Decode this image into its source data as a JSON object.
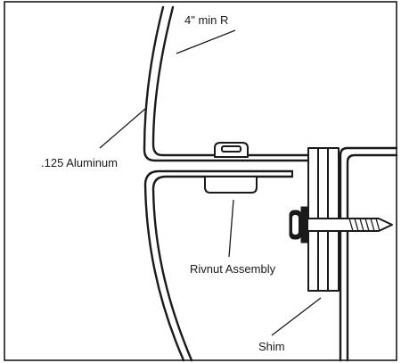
{
  "labels": {
    "radius": "4\" min R",
    "aluminum": ".125 Aluminum",
    "rivnut": "Rivnut Assembly",
    "shim": "Shim"
  }
}
